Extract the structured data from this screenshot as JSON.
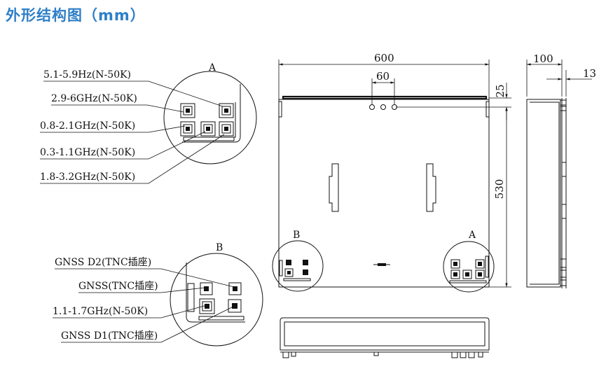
{
  "title": "外形结构图（mm）",
  "detail_a": {
    "caption": "A",
    "labels": [
      "5.1-5.9Hz(N-50K)",
      "2.9-6GHz(N-50K)",
      "0.8-2.1GHz(N-50K)",
      "0.3-1.1GHz(N-50K)",
      "1.8-3.2GHz(N-50K)"
    ]
  },
  "detail_b": {
    "caption": "B",
    "labels": [
      "GNSS D2(TNC插座)",
      "GNSS(TNC插座)",
      "1.1-1.7GHz(N-50K)",
      "GNSS D1(TNC插座)"
    ]
  },
  "front_view": {
    "width": "600",
    "spacing": "60",
    "top_offset": "25",
    "height": "530",
    "mark_a": "A",
    "mark_b": "B"
  },
  "side_view": {
    "depth": "100",
    "flange": "13"
  },
  "colors": {
    "title": "#2f7fc8",
    "line": "#111111"
  }
}
